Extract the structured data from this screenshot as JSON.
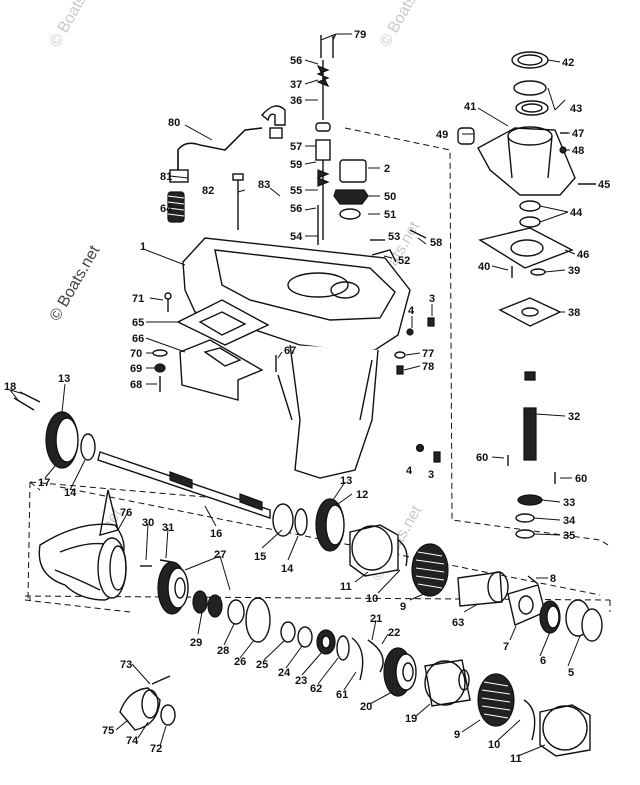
{
  "watermark": "© Boats.net",
  "labels": [
    "79",
    "56",
    "37",
    "36",
    "80",
    "57",
    "59",
    "2",
    "81",
    "82",
    "83",
    "55",
    "50",
    "56",
    "51",
    "64",
    "54",
    "53",
    "58",
    "52",
    "1",
    "71",
    "65",
    "66",
    "67",
    "70",
    "69",
    "68",
    "3",
    "4",
    "77",
    "78",
    "42",
    "43",
    "41",
    "49",
    "47",
    "48",
    "45",
    "44",
    "46",
    "40",
    "39",
    "38",
    "32",
    "60",
    "60",
    "33",
    "34",
    "35",
    "13",
    "18",
    "17",
    "14",
    "16",
    "12",
    "13",
    "76",
    "30",
    "31",
    "27",
    "15",
    "14",
    "11",
    "10",
    "9",
    "63",
    "8",
    "7",
    "6",
    "5",
    "29",
    "28",
    "26",
    "25",
    "24",
    "23",
    "62",
    "21",
    "22",
    "61",
    "20",
    "19",
    "9",
    "10",
    "11",
    "73",
    "75",
    "74",
    "72",
    "4",
    "3"
  ]
}
